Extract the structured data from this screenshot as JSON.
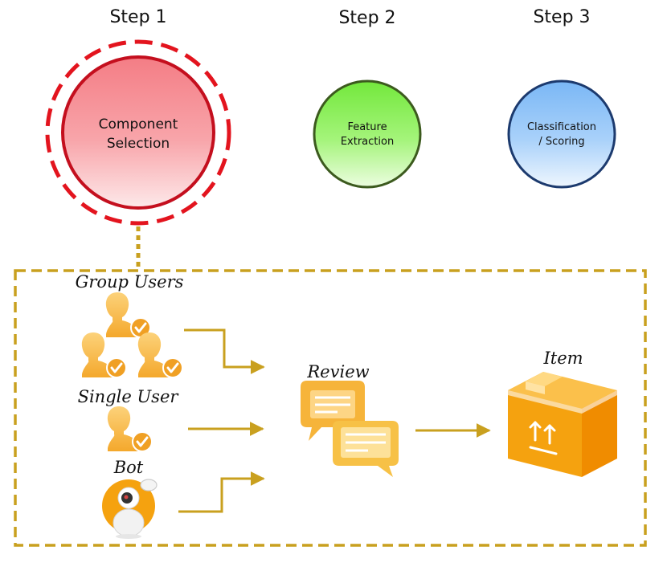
{
  "steps": [
    {
      "title": "Step 1",
      "label_lines": [
        "Component",
        "Selection"
      ],
      "highlighted": true
    },
    {
      "title": "Step 2",
      "label_lines": [
        "Feature",
        "Extraction"
      ],
      "highlighted": false
    },
    {
      "title": "Step 3",
      "label_lines": [
        "Classification",
        "/ Scoring"
      ],
      "highlighted": false
    }
  ],
  "actors": {
    "group_users": "Group Users",
    "single_user": "Single User",
    "bot": "Bot"
  },
  "review_label": "Review",
  "item_label": "Item",
  "colors": {
    "step1_fill": "#f7878d",
    "step1_border": "#c40f1e",
    "highlight_ring": "#e3141e",
    "step2_fill": "#8ff060",
    "step2_border": "#3c5a1e",
    "step3_fill": "#8cc4f8",
    "step3_border": "#1c3a6e",
    "accent": "#c9a01f",
    "icon_orange": "#f5a623"
  }
}
